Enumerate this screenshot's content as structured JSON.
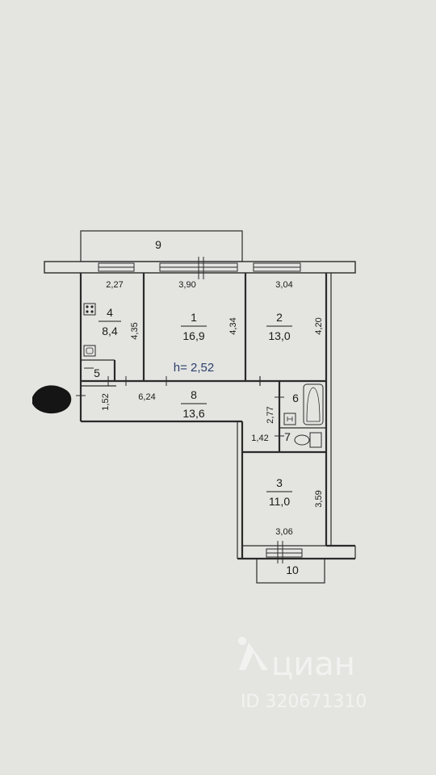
{
  "plan": {
    "ceiling_height": "h= 2,52",
    "rooms": [
      {
        "number": "1",
        "area": "16,9"
      },
      {
        "number": "2",
        "area": "13,0"
      },
      {
        "number": "3",
        "area": "11,0"
      },
      {
        "number": "4",
        "area": "8,4"
      },
      {
        "number": "5",
        "area": ""
      },
      {
        "number": "6",
        "area": ""
      },
      {
        "number": "7",
        "area": ""
      },
      {
        "number": "8",
        "area": "13,6"
      },
      {
        "number": "9",
        "area": ""
      },
      {
        "number": "10",
        "area": ""
      }
    ],
    "dimensions": {
      "kitchen_width": "2,27",
      "room1_width": "3,90",
      "room2_width": "3,04",
      "kitchen_depth": "4,35",
      "room1_depth": "4,34",
      "room2_depth": "4,20",
      "hall_depth": "1,52",
      "hall_length": "6,24",
      "corridor_length": "2,77",
      "corridor_width": "1,42",
      "room3_depth": "3,59",
      "room3_width": "3,06"
    }
  },
  "watermark": {
    "brand": "циан",
    "listing_id": "ID 320671310"
  }
}
